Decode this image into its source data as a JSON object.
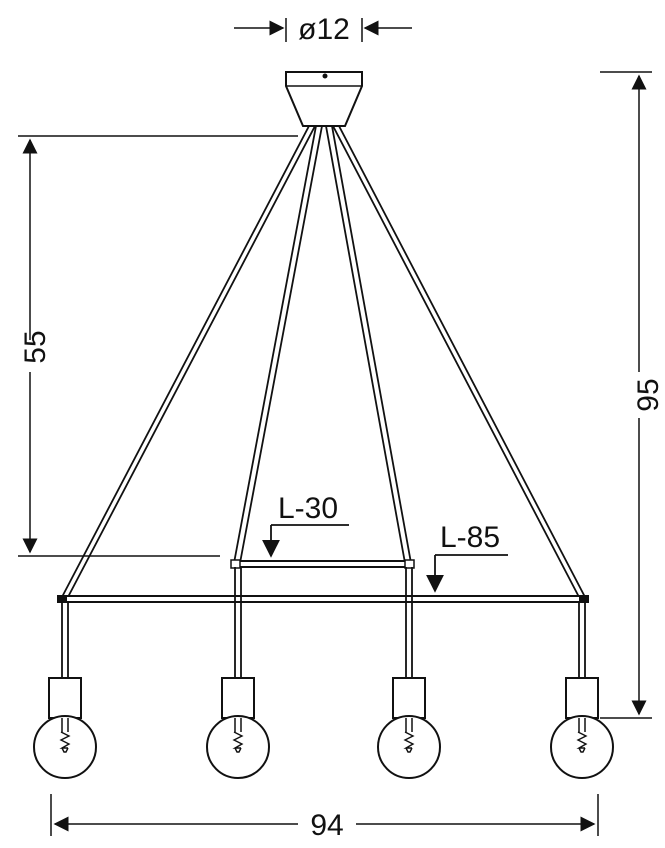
{
  "diagram": {
    "line_color": "#111111",
    "fixture_color": "#ffffff",
    "dimensions": {
      "canopy_diameter": "ø12",
      "suspension_height": "55",
      "total_height": "95",
      "total_width": "94",
      "short_bar_length": "L-30",
      "long_bar_length": "L-85"
    }
  }
}
